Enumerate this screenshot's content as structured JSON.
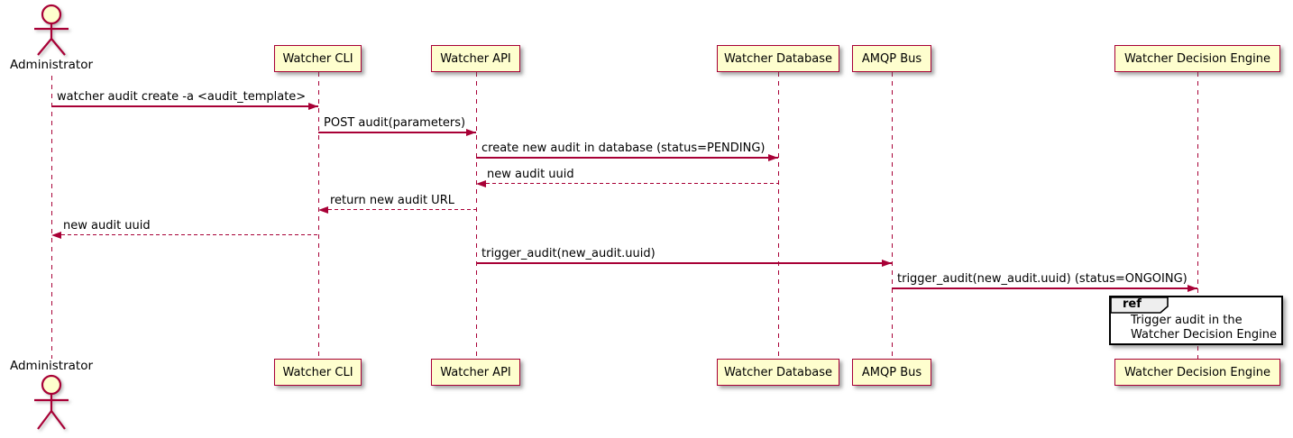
{
  "diagram_type": "sequence-diagram",
  "colors": {
    "participant_fill": "#FEFECE",
    "accent_border": "#A80036",
    "ref_header_fill": "#EEEEEE",
    "ref_border": "#000000",
    "text": "#000000"
  },
  "actor": {
    "name": "Administrator"
  },
  "participants": [
    {
      "id": "watcher-cli",
      "label": "Watcher CLI"
    },
    {
      "id": "watcher-api",
      "label": "Watcher API"
    },
    {
      "id": "watcher-database",
      "label": "Watcher Database"
    },
    {
      "id": "amqp-bus",
      "label": "AMQP Bus"
    },
    {
      "id": "watcher-decision-engine",
      "label": "Watcher Decision Engine"
    }
  ],
  "messages": [
    {
      "from": "Administrator",
      "to": "Watcher CLI",
      "line": "solid",
      "direction": "right",
      "label": "watcher audit create -a <audit_template>"
    },
    {
      "from": "Watcher CLI",
      "to": "Watcher API",
      "line": "solid",
      "direction": "right",
      "label": "POST audit(parameters)"
    },
    {
      "from": "Watcher API",
      "to": "Watcher Database",
      "line": "solid",
      "direction": "right",
      "label": "create new audit in database (status=PENDING)"
    },
    {
      "from": "Watcher Database",
      "to": "Watcher API",
      "line": "dashed",
      "direction": "left",
      "label": "new audit uuid"
    },
    {
      "from": "Watcher API",
      "to": "Watcher CLI",
      "line": "dashed",
      "direction": "left",
      "label": "return new audit URL"
    },
    {
      "from": "Watcher CLI",
      "to": "Administrator",
      "line": "dashed",
      "direction": "left",
      "label": "new audit uuid"
    },
    {
      "from": "Watcher API",
      "to": "AMQP Bus",
      "line": "solid",
      "direction": "right",
      "label": "trigger_audit(new_audit.uuid)"
    },
    {
      "from": "AMQP Bus",
      "to": "Watcher Decision Engine",
      "line": "solid",
      "direction": "right",
      "label": "trigger_audit(new_audit.uuid) (status=ONGOING)"
    }
  ],
  "ref": {
    "keyword": "ref",
    "lines": [
      "Trigger audit in the",
      "Watcher Decision Engine"
    ]
  }
}
